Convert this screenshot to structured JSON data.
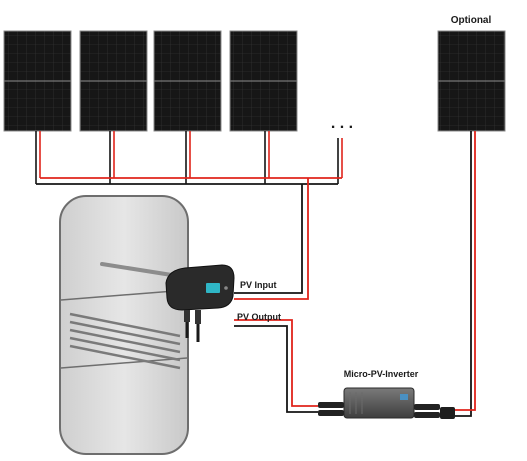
{
  "labels": {
    "optional": "Optional",
    "ellipsis": ". . .",
    "pv_input": "PV Input",
    "pv_output": "PV Output",
    "micro_inverter": "Micro-PV-Inverter"
  },
  "colors": {
    "wire_red": "#e0241b",
    "wire_black": "#141414",
    "panel_cell": "#161616",
    "panel_frame": "#8a8a8a",
    "tank_fill": "#dcdcdc",
    "tank_outline": "#6e6e6e",
    "device_body": "#2a2a2a",
    "device_screen": "#2fb6c6",
    "inverter_body": "#5a5a5a"
  },
  "icons": {
    "solar_panel": "solar-panel-icon",
    "tank": "water-heater-tank",
    "heating_controller": "heating-controller-device",
    "micro_inverter": "micro-inverter-device"
  }
}
